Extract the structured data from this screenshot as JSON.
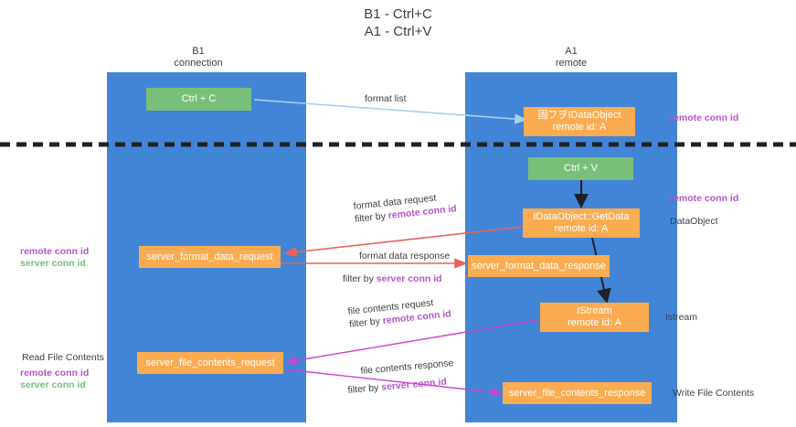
{
  "title": {
    "line1": "B1 - Ctrl+C",
    "line2": "A1 - Ctrl+V"
  },
  "columns": [
    {
      "name": "B1",
      "sub": "connection"
    },
    {
      "name": "A1",
      "sub": "remote"
    }
  ],
  "boxes": {
    "ctrl_c": {
      "label": "Ctrl + C",
      "color": "#78c07a"
    },
    "ctrl_v": {
      "label": "Ctrl + V",
      "color": "#78c07a"
    },
    "idataobject": {
      "line1": "固フヺIDataObject",
      "line2": "remote id: A",
      "color": "#fbac50"
    },
    "getdata": {
      "line1": "IDataObject::GetData",
      "line2": "remote id: A",
      "color": "#fbac50"
    },
    "istream": {
      "line1": "IStream",
      "line2": "remote id: A",
      "color": "#fbac50"
    },
    "server_format_data_request": {
      "label": "server_format_data_request",
      "color": "#fbac50"
    },
    "server_format_data_response": {
      "label": "server_format_data_response",
      "color": "#fbac50"
    },
    "server_file_contents_request": {
      "label": "server_file_contents_request",
      "color": "#fbac50"
    },
    "server_file_contents_response": {
      "label": "server_file_contents_response",
      "color": "#fbac50"
    }
  },
  "right_labels": {
    "remote_conn_id_top": "remote conn id",
    "remote_conn_id_mid": "remote conn id",
    "dataobject": "DataObject",
    "istream": "Istream",
    "write_file_contents": "Write File Contents"
  },
  "left_labels": {
    "remote_conn_id": "remote conn id",
    "server_conn_id": "server conn id",
    "read_file_contents": "Read File Contents",
    "remote_conn_id_2": "remote conn id",
    "server_conn_id_2": "server conn id"
  },
  "edge_labels": {
    "format_list": "format list",
    "format_data_request": "format data request",
    "format_data_request_filter_prefix": "filter by ",
    "format_data_request_filter_key": "remote conn id",
    "format_data_response": "format data response",
    "format_data_response_filter_prefix": "filter by ",
    "format_data_response_filter_key": "server conn id",
    "file_contents_request": "file contents request",
    "file_contents_request_filter_prefix": "filter by ",
    "file_contents_request_filter_key": "remote conn id",
    "file_contents_response": "file contents response",
    "file_contents_response_filter_prefix": "filter by ",
    "file_contents_response_filter_key": "server conn id"
  },
  "colors": {
    "lane": "#4285d6",
    "green": "#78c07a",
    "orange": "#fbac50",
    "purple": "#b456c8",
    "green_text": "#6fc07a",
    "arrow_blue": "#a8d0ef",
    "arrow_red": "#e8625a",
    "arrow_magenta": "#cc44cc",
    "arrow_black": "#202124",
    "divider": "#202124"
  }
}
